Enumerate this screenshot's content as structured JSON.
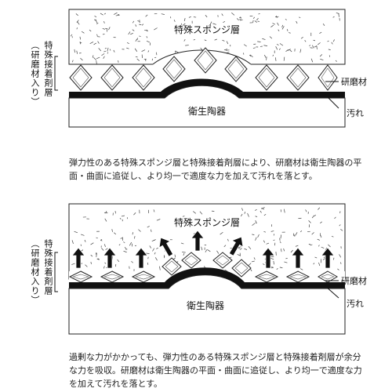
{
  "diagram_top": {
    "layer_sponge": "特殊スポンジ層",
    "layer_bond_main": "特殊接着剤層",
    "layer_bond_sub": "（研磨材入り）",
    "abrasive": "研磨材",
    "stain": "汚れ",
    "surface": "衛生陶器"
  },
  "caption_top": "弾力性のある特殊スポンジ層と特殊接着剤層により、研磨材は衛生陶器の平面・曲面に追従し、より均一で適度な力を加えて汚れを落とす。",
  "diagram_bottom": {
    "layer_sponge": "特殊スポンジ層",
    "layer_bond_main": "特殊接着剤層",
    "layer_bond_sub": "（研磨材入り）",
    "abrasive": "研磨材",
    "stain": "汚れ",
    "surface": "衛生陶器"
  },
  "caption_bottom": "過剰な力がかかっても、弾力性のある特殊スポンジ層と特殊接着剤層が余分な力を吸収。研磨材は衛生陶器の平面・曲面に追従し、より均一で適度な力を加えて汚れを落とす。"
}
